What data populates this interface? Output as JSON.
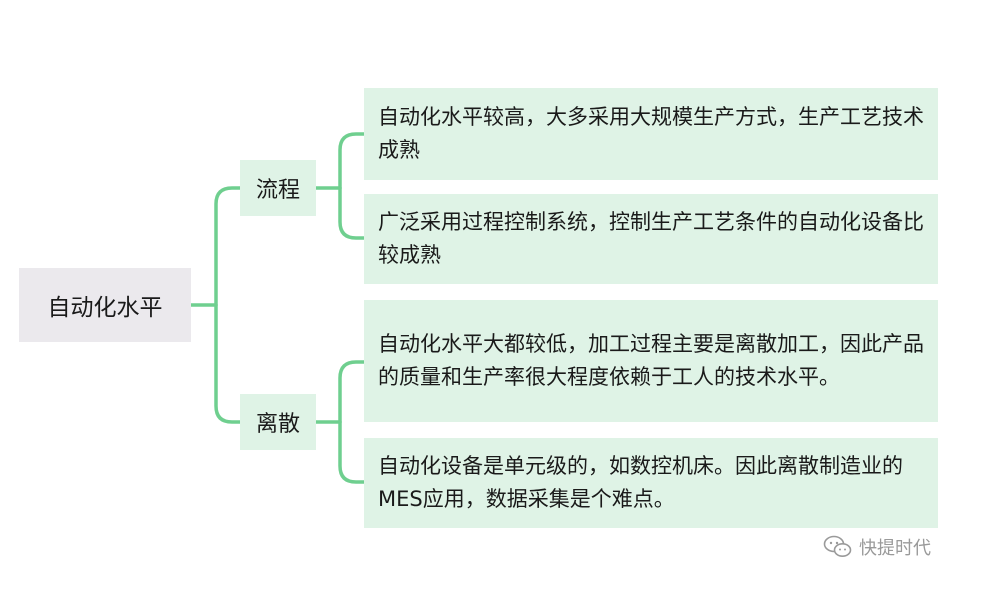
{
  "root": {
    "label": "自动化水平"
  },
  "branches": [
    {
      "label": "流程",
      "leaves": [
        "自动化水平较高，大多采用大规模生产方式，生产工艺技术成熟",
        "广泛采用过程控制系统，控制生产工艺条件的自动化设备比较成熟"
      ]
    },
    {
      "label": "离散",
      "leaves": [
        "自动化水平大都较低，加工过程主要是离散加工，因此产品的质量和生产率很大程度依赖于工人的技术水平。",
        "自动化设备是单元级的，如数控机床。因此离散制造业的 MES应用，数据采集是个难点。"
      ]
    }
  ],
  "watermark": {
    "text": "快提时代",
    "icon": "wechat-icon"
  },
  "colors": {
    "connector": "#6fcf8f",
    "branch_fill": "#dff3e6",
    "root_fill": "#ebe9ed"
  }
}
